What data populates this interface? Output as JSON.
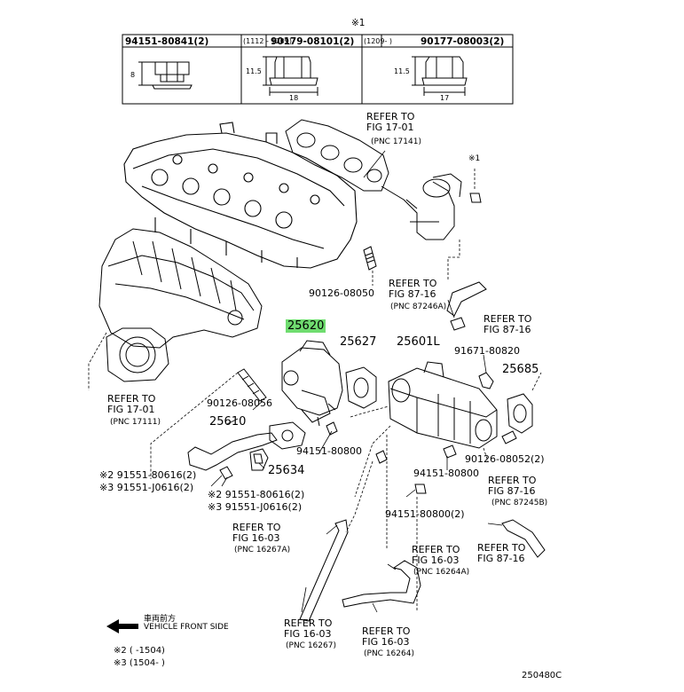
{
  "header_table": {
    "mark": "※1",
    "col1": {
      "part": "94151-80841(2)",
      "range": "",
      "height": "8",
      "width": ""
    },
    "col2": {
      "range": "(1112 - 1209)",
      "part": "90179-08101(2)",
      "height": "11.5",
      "width": "18"
    },
    "col3": {
      "range": "(1209-      )",
      "part": "90177-08003(2)",
      "height": "11.5",
      "width": "17"
    }
  },
  "parts": {
    "p25620": "25620",
    "p25627": "25627",
    "p25601l": "25601L",
    "p25685": "25685",
    "p25610": "25610",
    "p25634": "25634",
    "p90126_08050": "90126-08050",
    "p90126_08056": "90126-08056",
    "p94151_80800_a": "94151-80800",
    "p94151_80800_b": "94151-80800",
    "p94151_80800_c": "94151-80800(2)",
    "p91671_80820": "91671-80820",
    "p90126_08052": "90126-08052(2)",
    "p91551_80616_l": "※2 91551-80616(2)",
    "p91551_j0616_l": "※3 91551-J0616(2)",
    "p91551_80616_r": "※2 91551-80616(2)",
    "p91551_j0616_r": "※3 91551-J0616(2)",
    "mark1": "※1"
  },
  "refs": {
    "r17_01_top": {
      "text": "REFER TO\nFIG 17-01",
      "pnc": "(PNC 17141)"
    },
    "r87_16_a": {
      "text": "REFER TO\nFIG 87-16",
      "pnc": "(PNC 87246A)"
    },
    "r87_16_b": {
      "text": "REFER TO\nFIG 87-16",
      "pnc": ""
    },
    "r17_01_left": {
      "text": "REFER TO\nFIG 17-01",
      "pnc": "(PNC 17111)"
    },
    "r87_16_c": {
      "text": "REFER TO\nFIG 87-16",
      "pnc": "(PNC 87245B)"
    },
    "r16_03_a": {
      "text": "REFER TO\nFIG 16-03",
      "pnc": "(PNC 16267A)"
    },
    "r16_03_b": {
      "text": "REFER TO\nFIG 16-03",
      "pnc": "(PNC 16264A)"
    },
    "r87_16_d": {
      "text": "REFER TO\nFIG 87-16",
      "pnc": ""
    },
    "r16_03_c": {
      "text": "REFER TO\nFIG 16-03",
      "pnc": "(PNC 16267)"
    },
    "r16_03_d": {
      "text": "REFER TO\nFIG 16-03",
      "pnc": "(PNC 16264)"
    }
  },
  "footer": {
    "direction_jp": "車両前方",
    "direction_en": "VEHICLE FRONT SIDE",
    "note2": "※2 (      -1504)",
    "note3": "※3 (1504-      )",
    "code": "250480C"
  },
  "highlight_color": "#6fdc6f"
}
